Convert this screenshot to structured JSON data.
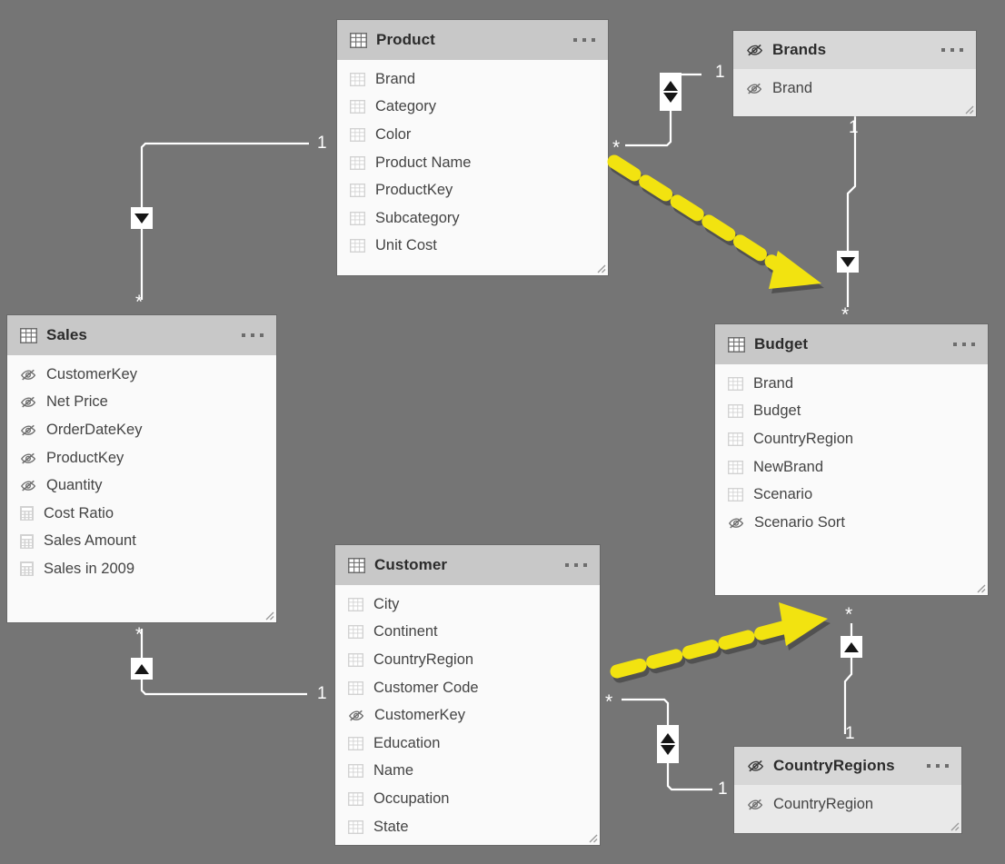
{
  "canvas": {
    "background_color": "#757575",
    "app": "power-bi-model-view"
  },
  "tables": [
    {
      "id": "product",
      "name": "Product",
      "hidden": false,
      "header_icon": "table-icon",
      "menu_icon": "more-options-icon",
      "fields": [
        {
          "name": "Brand",
          "icon": "column-icon"
        },
        {
          "name": "Category",
          "icon": "column-icon"
        },
        {
          "name": "Color",
          "icon": "column-icon"
        },
        {
          "name": "Product Name",
          "icon": "column-icon"
        },
        {
          "name": "ProductKey",
          "icon": "column-icon"
        },
        {
          "name": "Subcategory",
          "icon": "column-icon"
        },
        {
          "name": "Unit Cost",
          "icon": "column-icon"
        }
      ]
    },
    {
      "id": "brands",
      "name": "Brands",
      "hidden": true,
      "header_icon": "hidden-eye-icon",
      "menu_icon": "more-options-icon",
      "fields": [
        {
          "name": "Brand",
          "icon": "hidden-eye-icon"
        }
      ]
    },
    {
      "id": "sales",
      "name": "Sales",
      "hidden": false,
      "header_icon": "table-icon",
      "menu_icon": "more-options-icon",
      "fields": [
        {
          "name": "CustomerKey",
          "icon": "hidden-eye-icon"
        },
        {
          "name": "Net Price",
          "icon": "hidden-eye-icon"
        },
        {
          "name": "OrderDateKey",
          "icon": "hidden-eye-icon"
        },
        {
          "name": "ProductKey",
          "icon": "hidden-eye-icon"
        },
        {
          "name": "Quantity",
          "icon": "hidden-eye-icon"
        },
        {
          "name": "Cost Ratio",
          "icon": "measure-icon"
        },
        {
          "name": "Sales Amount",
          "icon": "measure-icon"
        },
        {
          "name": "Sales in 2009",
          "icon": "measure-icon"
        }
      ]
    },
    {
      "id": "budget",
      "name": "Budget",
      "hidden": false,
      "header_icon": "table-icon",
      "menu_icon": "more-options-icon",
      "fields": [
        {
          "name": "Brand",
          "icon": "column-icon"
        },
        {
          "name": "Budget",
          "icon": "column-icon"
        },
        {
          "name": "CountryRegion",
          "icon": "column-icon"
        },
        {
          "name": "NewBrand",
          "icon": "column-icon"
        },
        {
          "name": "Scenario",
          "icon": "column-icon"
        },
        {
          "name": "Scenario Sort",
          "icon": "hidden-eye-icon"
        }
      ]
    },
    {
      "id": "customer",
      "name": "Customer",
      "hidden": false,
      "header_icon": "table-icon",
      "menu_icon": "more-options-icon",
      "fields": [
        {
          "name": "City",
          "icon": "column-icon"
        },
        {
          "name": "Continent",
          "icon": "column-icon"
        },
        {
          "name": "CountryRegion",
          "icon": "column-icon"
        },
        {
          "name": "Customer Code",
          "icon": "column-icon"
        },
        {
          "name": "CustomerKey",
          "icon": "hidden-eye-icon"
        },
        {
          "name": "Education",
          "icon": "column-icon"
        },
        {
          "name": "Name",
          "icon": "column-icon"
        },
        {
          "name": "Occupation",
          "icon": "column-icon"
        },
        {
          "name": "State",
          "icon": "column-icon"
        }
      ]
    },
    {
      "id": "countryregions",
      "name": "CountryRegions",
      "hidden": true,
      "header_icon": "hidden-eye-icon",
      "menu_icon": "more-options-icon",
      "fields": [
        {
          "name": "CountryRegion",
          "icon": "hidden-eye-icon"
        }
      ]
    }
  ],
  "relationships": [
    {
      "id": "sales-product",
      "from": "Sales",
      "to": "Product",
      "one_label": "1",
      "many_label": "*",
      "cross_filter": "single",
      "direction_icon": "triangle-down-icon"
    },
    {
      "id": "product-brands",
      "from": "Product",
      "to": "Brands",
      "one_label": "1",
      "many_label": "*",
      "cross_filter": "both",
      "direction_icon": "triangle-both-icon"
    },
    {
      "id": "brands-budget",
      "from": "Brands",
      "to": "Budget",
      "one_label": "1",
      "many_label": "*",
      "cross_filter": "single",
      "direction_icon": "triangle-down-icon"
    },
    {
      "id": "sales-customer",
      "from": "Sales",
      "to": "Customer",
      "one_label": "1",
      "many_label": "*",
      "cross_filter": "single",
      "direction_icon": "triangle-up-icon"
    },
    {
      "id": "customer-countryregions",
      "from": "Customer",
      "to": "CountryRegions",
      "one_label": "1",
      "many_label": "*",
      "cross_filter": "both",
      "direction_icon": "triangle-both-icon"
    },
    {
      "id": "countryregions-budget",
      "from": "CountryRegions",
      "to": "Budget",
      "one_label": "1",
      "many_label": "*",
      "cross_filter": "single",
      "direction_icon": "triangle-up-icon"
    }
  ],
  "annotations": [
    {
      "id": "arrow-brands-to-budget",
      "type": "dashed-arrow",
      "color": "#f2e310",
      "points_to": "Budget"
    },
    {
      "id": "arrow-customer-to-budget",
      "type": "dashed-arrow",
      "color": "#f2e310",
      "points_to": "Budget"
    }
  ]
}
